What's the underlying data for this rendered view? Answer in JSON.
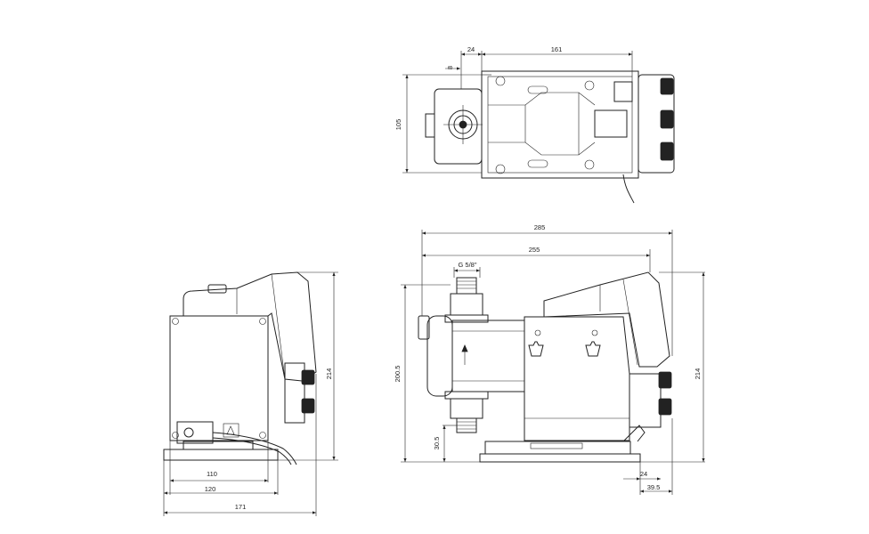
{
  "top_view": {
    "dims": {
      "offset_small": "8",
      "offset_24": "24",
      "length_161": "161",
      "height_105": "105"
    }
  },
  "side_view": {
    "dims": {
      "width_110": "110",
      "width_120": "120",
      "width_171": "171",
      "height_214": "214"
    }
  },
  "front_view": {
    "dims": {
      "length_285": "285",
      "length_255": "255",
      "thread": "G 5/8\"",
      "height_200_5": "200.5",
      "height_214": "214",
      "height_30_5": "30.5",
      "foot_24": "24",
      "foot_39_5": "39.5"
    }
  }
}
